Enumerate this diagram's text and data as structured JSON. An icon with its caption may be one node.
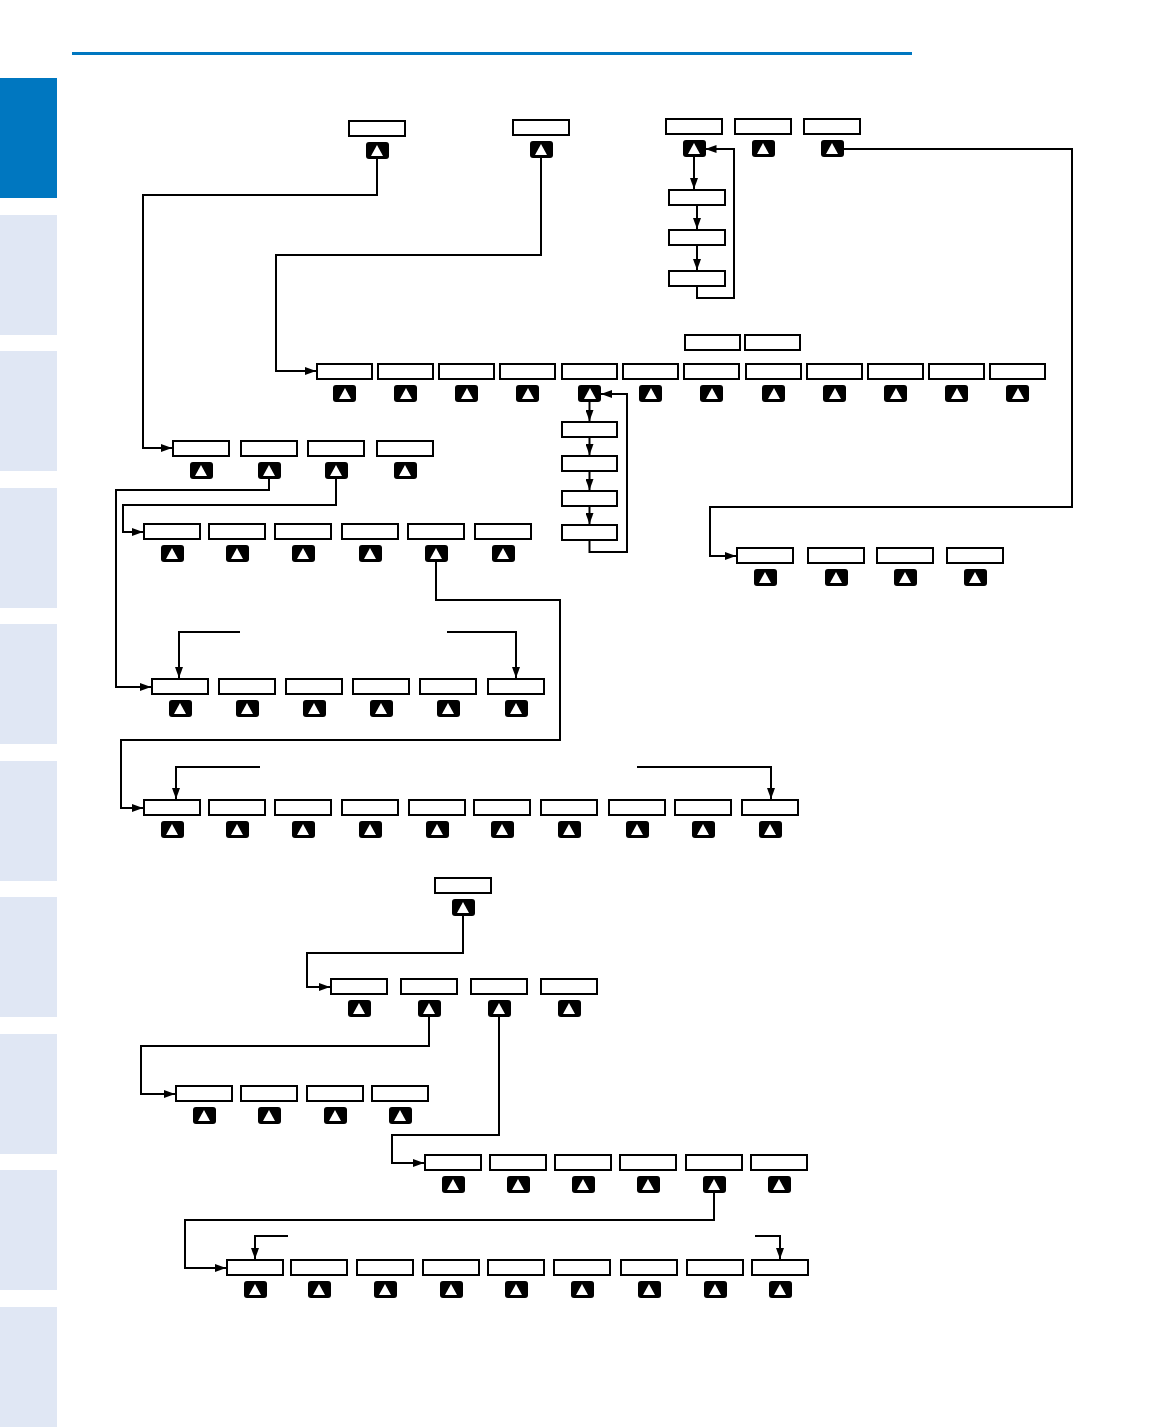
{
  "diagram": {
    "nodes": [
      {
        "text": [],
        "shape": "box"
      },
      {
        "text": [],
        "shape": "button"
      },
      {
        "text": [],
        "shape": "box"
      },
      {
        "text": [],
        "shape": "button"
      },
      {
        "text": [],
        "shape": "box"
      },
      {
        "text": [],
        "shape": "button"
      },
      {
        "text": [],
        "shape": "box"
      },
      {
        "text": [],
        "shape": "button"
      },
      {
        "text": [],
        "shape": "box"
      },
      {
        "text": [],
        "shape": "button"
      },
      {
        "text": [],
        "shape": "box"
      },
      {
        "text": [],
        "shape": "box"
      },
      {
        "text": [],
        "shape": "box"
      },
      {
        "text": [],
        "shape": "box"
      },
      {
        "text": [],
        "shape": "box"
      },
      {
        "text": [],
        "shape": "box"
      },
      {
        "text": [],
        "shape": "button"
      },
      {
        "text": [],
        "shape": "box"
      },
      {
        "text": [],
        "shape": "button"
      },
      {
        "text": [],
        "shape": "box"
      },
      {
        "text": [],
        "shape": "button"
      },
      {
        "text": [],
        "shape": "box"
      },
      {
        "text": [],
        "shape": "button"
      },
      {
        "text": [],
        "shape": "box"
      },
      {
        "text": [],
        "shape": "button"
      },
      {
        "text": [],
        "shape": "box"
      },
      {
        "text": [],
        "shape": "button"
      },
      {
        "text": [],
        "shape": "box"
      },
      {
        "text": [],
        "shape": "button"
      },
      {
        "text": [],
        "shape": "box"
      },
      {
        "text": [],
        "shape": "button"
      },
      {
        "text": [],
        "shape": "box"
      },
      {
        "text": [],
        "shape": "button"
      },
      {
        "text": [],
        "shape": "box"
      },
      {
        "text": [],
        "shape": "button"
      },
      {
        "text": [],
        "shape": "box"
      },
      {
        "text": [],
        "shape": "button"
      },
      {
        "text": [],
        "shape": "box"
      },
      {
        "text": [],
        "shape": "button"
      },
      {
        "text": [],
        "shape": "box"
      },
      {
        "text": [],
        "shape": "box"
      },
      {
        "text": [],
        "shape": "box"
      },
      {
        "text": [],
        "shape": "box"
      },
      {
        "text": [],
        "shape": "box"
      },
      {
        "text": [],
        "shape": "button"
      },
      {
        "text": [],
        "shape": "box"
      },
      {
        "text": [],
        "shape": "button"
      },
      {
        "text": [],
        "shape": "box"
      },
      {
        "text": [],
        "shape": "button"
      },
      {
        "text": [],
        "shape": "box"
      },
      {
        "text": [],
        "shape": "button"
      },
      {
        "text": [],
        "shape": "box"
      },
      {
        "text": [],
        "shape": "button"
      },
      {
        "text": [],
        "shape": "box"
      },
      {
        "text": [],
        "shape": "button"
      },
      {
        "text": [],
        "shape": "box"
      },
      {
        "text": [],
        "shape": "button"
      },
      {
        "text": [],
        "shape": "box"
      },
      {
        "text": [],
        "shape": "button"
      },
      {
        "text": [],
        "shape": "box"
      },
      {
        "text": [],
        "shape": "button"
      },
      {
        "text": [],
        "shape": "box"
      },
      {
        "text": [],
        "shape": "button"
      },
      {
        "text": [],
        "shape": "box"
      },
      {
        "text": [],
        "shape": "button"
      },
      {
        "text": [],
        "shape": "box"
      },
      {
        "text": [],
        "shape": "button"
      },
      {
        "text": [],
        "shape": "box"
      },
      {
        "text": [],
        "shape": "button"
      },
      {
        "text": [],
        "shape": "box"
      },
      {
        "text": [],
        "shape": "button"
      },
      {
        "text": [],
        "shape": "box"
      },
      {
        "text": [],
        "shape": "button"
      },
      {
        "text": [],
        "shape": "box"
      },
      {
        "text": [],
        "shape": "button"
      },
      {
        "text": [],
        "shape": "box"
      },
      {
        "text": [],
        "shape": "button"
      },
      {
        "text": [],
        "shape": "box"
      },
      {
        "text": [],
        "shape": "button"
      },
      {
        "text": [],
        "shape": "box"
      },
      {
        "text": [],
        "shape": "button"
      },
      {
        "text": [],
        "shape": "box"
      },
      {
        "text": [],
        "shape": "button"
      },
      {
        "text": [],
        "shape": "box"
      },
      {
        "text": [],
        "shape": "button"
      },
      {
        "text": [],
        "shape": "box"
      },
      {
        "text": [],
        "shape": "button"
      },
      {
        "text": [],
        "shape": "box"
      },
      {
        "text": [],
        "shape": "button"
      },
      {
        "text": [],
        "shape": "box"
      },
      {
        "text": [],
        "shape": "button"
      },
      {
        "text": [],
        "shape": "box"
      },
      {
        "text": [],
        "shape": "button"
      },
      {
        "text": [],
        "shape": "box"
      },
      {
        "text": [],
        "shape": "button"
      },
      {
        "text": [],
        "shape": "box"
      },
      {
        "text": [],
        "shape": "button"
      },
      {
        "text": [],
        "shape": "box"
      },
      {
        "text": [],
        "shape": "button"
      },
      {
        "text": [],
        "shape": "box"
      },
      {
        "text": [],
        "shape": "button"
      },
      {
        "text": [],
        "shape": "box"
      },
      {
        "text": [],
        "shape": "button"
      },
      {
        "text": [],
        "shape": "box"
      },
      {
        "text": [],
        "shape": "button"
      },
      {
        "text": [],
        "shape": "box"
      },
      {
        "text": [],
        "shape": "button"
      },
      {
        "text": [],
        "shape": "box"
      },
      {
        "text": [],
        "shape": "button"
      },
      {
        "text": [],
        "shape": "box"
      },
      {
        "text": [],
        "shape": "button"
      },
      {
        "text": [],
        "shape": "box"
      },
      {
        "text": [],
        "shape": "button"
      },
      {
        "text": [],
        "shape": "box"
      },
      {
        "text": [],
        "shape": "button"
      },
      {
        "text": [],
        "shape": "box"
      },
      {
        "text": [],
        "shape": "button"
      },
      {
        "text": [],
        "shape": "box"
      },
      {
        "text": [],
        "shape": "button"
      },
      {
        "text": [],
        "shape": "box"
      },
      {
        "text": [],
        "shape": "button"
      },
      {
        "text": [],
        "shape": "box"
      },
      {
        "text": [],
        "shape": "button"
      },
      {
        "text": [],
        "shape": "box"
      },
      {
        "text": [],
        "shape": "button"
      },
      {
        "text": [],
        "shape": "box"
      },
      {
        "text": [],
        "shape": "button"
      },
      {
        "text": [],
        "shape": "box"
      },
      {
        "text": [],
        "shape": "button"
      },
      {
        "text": [],
        "shape": "box"
      },
      {
        "text": [],
        "shape": "button"
      },
      {
        "text": [],
        "shape": "box"
      },
      {
        "text": [],
        "shape": "button"
      },
      {
        "text": [],
        "shape": "box"
      },
      {
        "text": [],
        "shape": "button"
      },
      {
        "text": [],
        "shape": "box"
      },
      {
        "text": [],
        "shape": "button"
      },
      {
        "text": [],
        "shape": "box"
      },
      {
        "text": [],
        "shape": "button"
      },
      {
        "text": [],
        "shape": "box"
      },
      {
        "text": [],
        "shape": "button"
      },
      {
        "text": [],
        "shape": "box"
      },
      {
        "text": [],
        "shape": "button"
      },
      {
        "text": [],
        "shape": "box"
      },
      {
        "text": [],
        "shape": "button"
      },
      {
        "text": [],
        "shape": "box"
      },
      {
        "text": [],
        "shape": "button"
      },
      {
        "text": [],
        "shape": "box"
      },
      {
        "text": [],
        "shape": "button"
      },
      {
        "text": [],
        "shape": "box"
      },
      {
        "text": [],
        "shape": "button"
      }
    ],
    "edges": [
      {
        "from": 1,
        "to": 43,
        "arrow": "to"
      },
      {
        "from": 3,
        "to": 15,
        "arrow": "to"
      },
      {
        "from": 5,
        "to": 10,
        "arrow": "to"
      },
      {
        "from": 10,
        "to": 11,
        "arrow": "to"
      },
      {
        "from": 11,
        "to": 12,
        "arrow": "to"
      },
      {
        "from": 12,
        "to": 5,
        "arrow": "to"
      },
      {
        "from": 9,
        "to": 63,
        "arrow": "to"
      },
      {
        "from": 24,
        "to": 39,
        "arrow": "to"
      },
      {
        "from": 39,
        "to": 40,
        "arrow": "to"
      },
      {
        "from": 40,
        "to": 41,
        "arrow": "to"
      },
      {
        "from": 41,
        "to": 42,
        "arrow": "to"
      },
      {
        "from": 42,
        "to": 24,
        "arrow": "to"
      },
      {
        "from": 46,
        "to": 71,
        "arrow": "to"
      },
      {
        "from": 48,
        "to": 51,
        "arrow": "to"
      },
      {
        "from": 60,
        "to": 83,
        "arrow": "to"
      },
      {
        "from": null,
        "to": 71,
        "arrow": "to"
      },
      {
        "from": null,
        "to": 81,
        "arrow": "to"
      },
      {
        "from": null,
        "to": 83,
        "arrow": "to"
      },
      {
        "from": null,
        "to": 101,
        "arrow": "to"
      },
      {
        "from": 104,
        "to": 105,
        "arrow": "to"
      },
      {
        "from": 108,
        "to": 113,
        "arrow": "to"
      },
      {
        "from": 110,
        "to": 121,
        "arrow": "to"
      },
      {
        "from": 130,
        "to": 133,
        "arrow": "to"
      },
      {
        "from": null,
        "to": 133,
        "arrow": "to"
      },
      {
        "from": null,
        "to": 149,
        "arrow": "to"
      }
    ]
  }
}
